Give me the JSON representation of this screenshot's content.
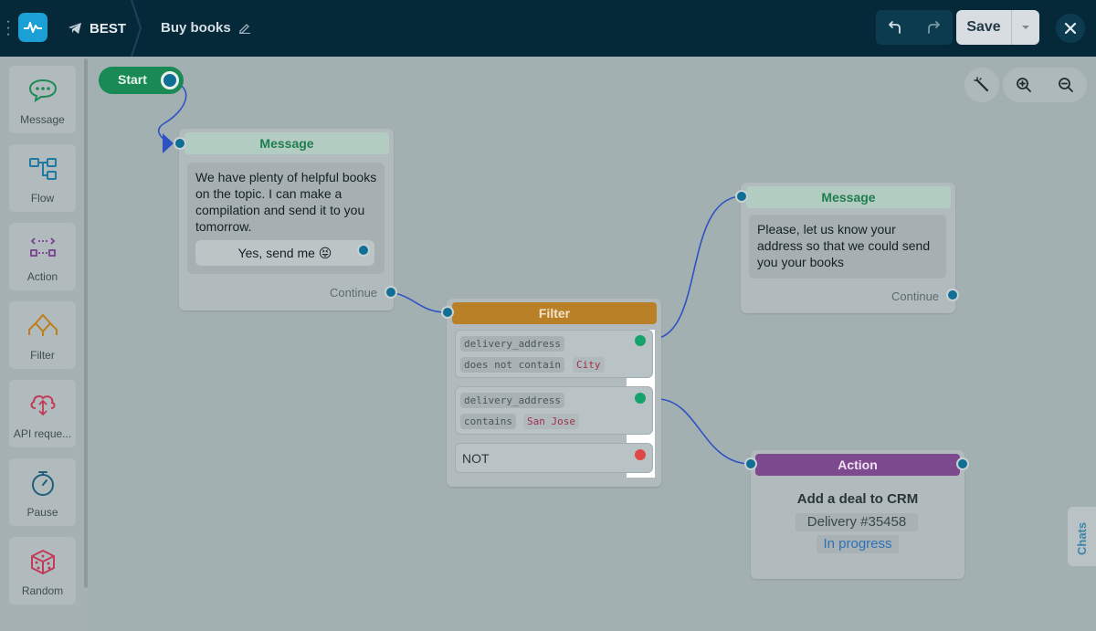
{
  "header": {
    "bot_name": "BEST",
    "flow_name": "Buy books",
    "save_label": "Save"
  },
  "sidebar": {
    "items": [
      {
        "label": "Message",
        "icon": "message-icon"
      },
      {
        "label": "Flow",
        "icon": "flow-icon"
      },
      {
        "label": "Action",
        "icon": "action-icon"
      },
      {
        "label": "Filter",
        "icon": "filter-icon"
      },
      {
        "label": "API reque...",
        "icon": "api-request-icon"
      },
      {
        "label": "Pause",
        "icon": "pause-icon"
      },
      {
        "label": "Random",
        "icon": "random-icon"
      }
    ]
  },
  "canvas": {
    "start_label": "Start",
    "message1": {
      "title": "Message",
      "text": "We have plenty of helpful books on the topic. I can make a compilation and send it to you tomorrow.",
      "button_label": "Yes, send me 😝",
      "continue_label": "Continue"
    },
    "filter": {
      "title": "Filter",
      "conditions": [
        {
          "field": "delivery_address",
          "operator": "does not contain",
          "value": "City"
        },
        {
          "field": "delivery_address",
          "operator": "contains",
          "value": "San Jose"
        }
      ],
      "not_label": "NOT"
    },
    "message2": {
      "title": "Message",
      "text": "Please, let us know your address so that we could send you your books",
      "continue_label": "Continue"
    },
    "action": {
      "title": "Action",
      "heading": "Add a deal to CRM",
      "deal": "Delivery #35458",
      "status": "In progress"
    }
  },
  "chats_tab_label": "Chats",
  "colors": {
    "topbar": "#06293a",
    "start": "#1a8a55",
    "filter": "#b98028",
    "action": "#7e4a8f",
    "port": "#0f6f95",
    "connector": "#2d52c4",
    "true_dot": "#16a36b",
    "false_dot": "#e04848"
  }
}
